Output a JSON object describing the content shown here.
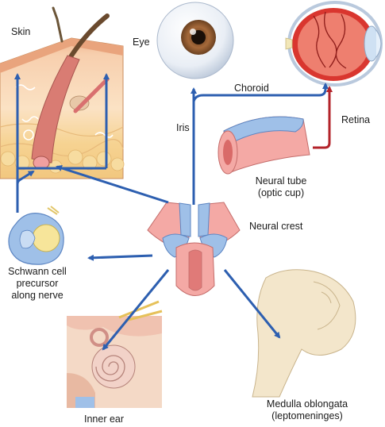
{
  "labels": {
    "skin": "Skin",
    "eye": "Eye",
    "choroid": "Choroid",
    "iris": "Iris",
    "retina": "Retina",
    "neural_tube_1": "Neural tube",
    "neural_tube_2": "(optic cup)",
    "neural_crest": "Neural crest",
    "schwann_1": "Schwann cell",
    "schwann_2": "precursor",
    "schwann_3": "along nerve",
    "inner_ear": "Inner ear",
    "medulla_1": "Medulla oblongata",
    "medulla_2": "(leptomeninges)"
  },
  "colors": {
    "arrow_blue": "#2d5fb0",
    "arrow_red": "#b3232a",
    "tissue_pink": "#f2a7a3",
    "tissue_blue": "#9fbfe6",
    "skin_tan": "#f4cf9f",
    "bone": "#f3e6cb"
  }
}
